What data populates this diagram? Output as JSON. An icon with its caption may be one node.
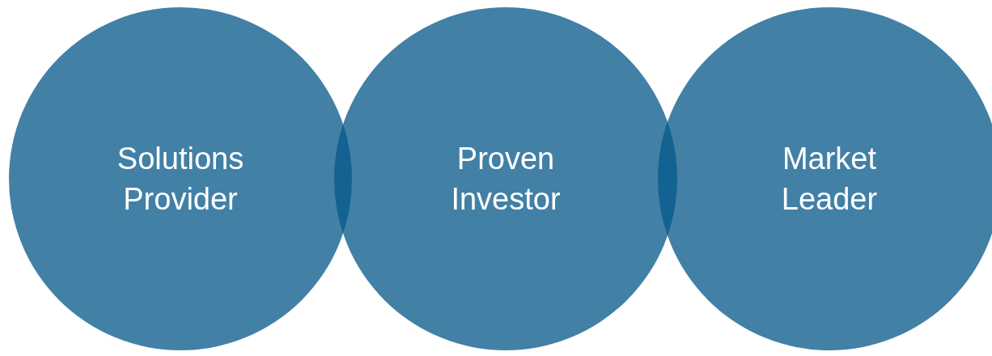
{
  "diagram": {
    "nodes": [
      {
        "text": [
          "Solutions Provider"
        ]
      },
      {
        "text": [
          "Proven Investor"
        ]
      },
      {
        "text": [
          "Market Leader"
        ]
      }
    ]
  }
}
